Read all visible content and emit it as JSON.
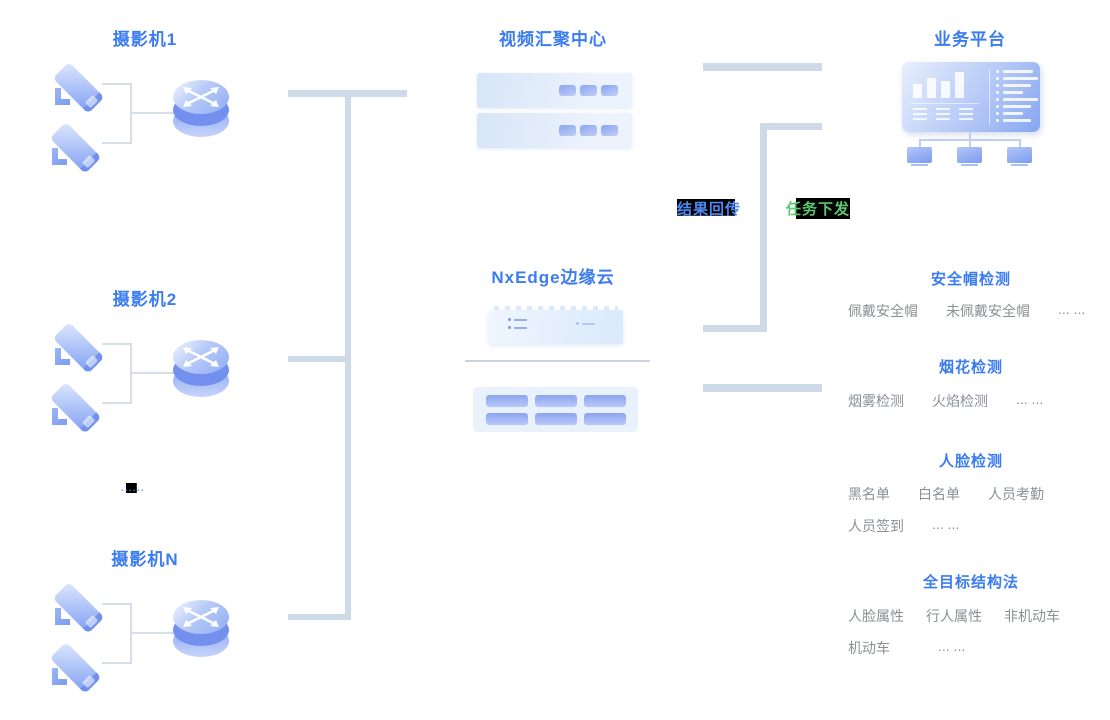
{
  "colors": {
    "title_blue": "#3b7cf0",
    "result_blue": "#4d8af5",
    "task_green": "#5fc873",
    "body_gray": "#8b9096",
    "connector": "#cfdae9"
  },
  "left": {
    "groups": [
      {
        "label": "摄影机1"
      },
      {
        "label": "摄影机2"
      },
      {
        "label": "摄影机N"
      }
    ],
    "ellipsis": "......"
  },
  "center": {
    "video_hub_title": "视频汇聚中心",
    "edge_cloud_title": "NxEdge边缘云"
  },
  "right": {
    "platform_title": "业务平台",
    "flow": {
      "result_return": "结果回传",
      "task_dispatch": "任务下发"
    },
    "sections": [
      {
        "title": "安全帽检测",
        "rows": [
          [
            "佩戴安全帽",
            "未佩戴安全帽",
            "... ..."
          ]
        ]
      },
      {
        "title": "烟花检测",
        "rows": [
          [
            "烟雾检测",
            "火焰检测",
            "... ..."
          ]
        ]
      },
      {
        "title": "人脸检测",
        "rows": [
          [
            "黑名单",
            "白名单",
            "人员考勤"
          ],
          [
            "人员签到",
            "... ..."
          ]
        ]
      },
      {
        "title": "全目标结构法",
        "rows": [
          [
            "人脸属性",
            "行人属性",
            "非机动车"
          ],
          [
            "机动车",
            "... ..."
          ]
        ]
      }
    ]
  }
}
